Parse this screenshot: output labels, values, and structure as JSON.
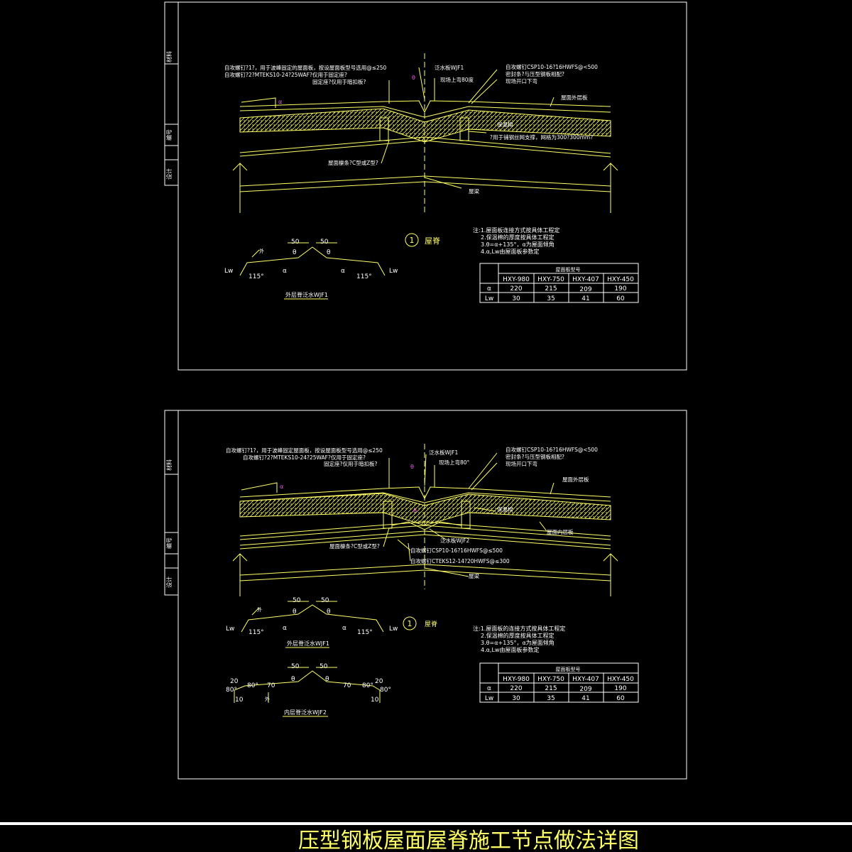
{
  "colors": {
    "background": "#000000",
    "frame": "#ffffff",
    "linework": "#ffff66",
    "labels": "#ffffff",
    "accent": "#ff55ff",
    "title_bar": "#ffffff",
    "title": "#ffff66"
  },
  "title": "压型钢板屋面屋脊施工节点做法详图",
  "sheet_top": {
    "tabs": [
      "材料",
      "编号",
      "设计"
    ],
    "callouts": {
      "screw_a": "自攻螺钉?1?，用于波峰固定的屋面板，按设屋面板型号选用@≤250",
      "screw_b": "自攻螺钉?2?MTEKS10-24?25WAF?仅用于固定座?",
      "fixed_seat": "固定座?仅用于暗扣板?",
      "flashing": "泛水板WJF1",
      "sealant": "现场上弯80度",
      "screw_c": "自攻螺钉CSP10-16?16HWFS@<500",
      "sealant_b": "密封条?与压型钢板相配?",
      "bend_down": "现场开口下弯",
      "outer_panel": "屋面外层板",
      "insulation": "保温棉",
      "support": "?用于铺钢丝网支撑，网格为300?300mm?",
      "purlin": "屋面檩条?C型或Z型?",
      "roof_beam": "屋梁"
    },
    "section_number": "1",
    "section_name": "屋脊",
    "profile_caption": "外层脊泛水WJF1",
    "profile_values": {
      "d1": "50",
      "d2": "50",
      "angle": "115°",
      "theta": "θ",
      "alpha": "α",
      "lw": "Lw",
      "outer": "外"
    },
    "notes": [
      "注:1.屋面板连接方式按具体工程定",
      "2.保温棉的厚度按具体工程定",
      "3.θ=α+135°，α为屋面倾角",
      "4.α,Lw由屋面板参数定"
    ],
    "table": {
      "group_header": "屋面板型号",
      "columns": [
        "HXY-980",
        "HXY-750",
        "HXY-407",
        "HXY-450"
      ],
      "rows": [
        {
          "label": "α",
          "values": [
            "220",
            "215",
            "209",
            "190"
          ]
        },
        {
          "label": "Lw",
          "values": [
            "30",
            "35",
            "41",
            "60"
          ]
        }
      ]
    }
  },
  "sheet_bottom": {
    "tabs": [
      "材料",
      "编号",
      "设计"
    ],
    "callouts": {
      "screw_a": "自攻螺钉?1?，用于波峰固定屋面板，按设屋面板型号选用@≤250",
      "screw_b": "自攻螺钉?2?MTEKS10-24?25WAF?仅用于固定座?",
      "fixed_seat": "固定座?仅用于暗扣板?",
      "flashing": "泛水板WJF1",
      "sealant": "现场上弯80°",
      "screw_c": "自攻螺钉CSP10-16?16HWFS@<500",
      "sealant_b": "密封条?与压型钢板相配?",
      "bend_down": "现场开口下弯",
      "outer_panel": "屋面外层板",
      "insulation": "保温棉",
      "purlin": "屋面檩条?C型或Z型?",
      "inner_flashing": "泛水板WJF2",
      "screw_d": "自攻螺钉CSP10-16?16HWFS@≤500",
      "screw_e": "自攻螺钉CTEKS12-14?20HWFS@≤300",
      "inner_panel": "屋面内层板",
      "roof_beam": "屋梁"
    },
    "section_number": "1",
    "section_name": "屋脊",
    "profile_caption": "外层脊泛水WJF1",
    "profile_values": {
      "d1": "50",
      "d2": "50",
      "angle": "115°",
      "theta": "θ",
      "alpha": "α",
      "lw": "Lw",
      "outer": "外"
    },
    "inner_profile_caption": "内层脊泛水WJF2",
    "inner_profile_values": {
      "d1": "50",
      "d2": "50",
      "d20": "20",
      "d70": "70",
      "d10": "10",
      "angle": "80°",
      "theta": "θ",
      "outer": "外"
    },
    "notes": [
      "注:1.屋面板的连接方式按具体工程定",
      "2.保温棉的厚度按具体工程定",
      "3.θ=α+135°，α为屋面倾角",
      "4.α,Lw由屋面板参数定"
    ],
    "table": {
      "group_header": "屋面板型号",
      "columns": [
        "HXY-980",
        "HXY-750",
        "HXY-407",
        "HXY-450"
      ],
      "rows": [
        {
          "label": "α",
          "values": [
            "220",
            "215",
            "209",
            "190"
          ]
        },
        {
          "label": "Lw",
          "values": [
            "30",
            "35",
            "41",
            "60"
          ]
        }
      ]
    }
  }
}
